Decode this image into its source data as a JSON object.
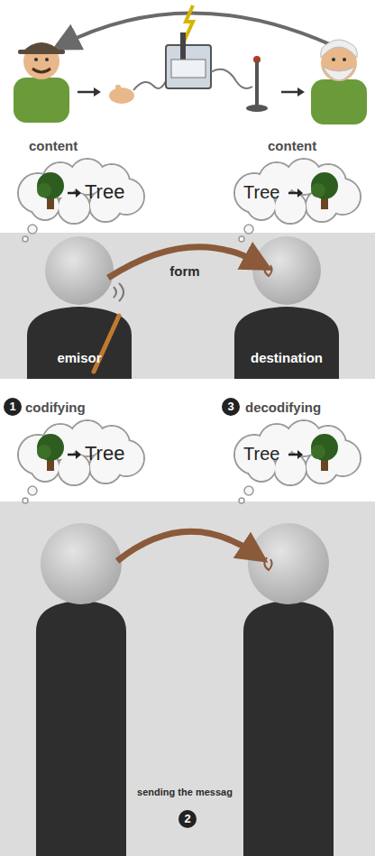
{
  "diagram": {
    "nodes": [
      {
        "text": [
          "content",
          "Tree"
        ]
      },
      {
        "text": [
          "content",
          "Tree"
        ]
      },
      {
        "text": [
          "codifying",
          "Tree"
        ]
      },
      {
        "text": [
          "decodifying",
          "Tree"
        ]
      }
    ],
    "labels": [
      "form",
      "emisor",
      "destination",
      "1",
      "3",
      "sending the messag",
      "2"
    ]
  }
}
